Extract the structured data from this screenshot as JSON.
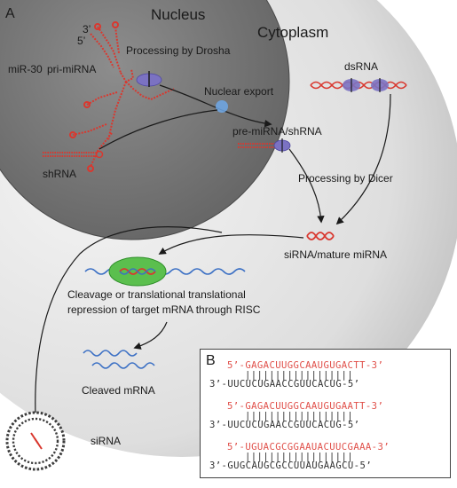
{
  "panel_a": {
    "label": "A",
    "nucleus_title": "Nucleus",
    "cytoplasm_title": "Cytoplasm",
    "prime3": "3’",
    "prime5": "5’",
    "mir30_label": "miR-30",
    "pri_mirna_label": "pri-miRNA",
    "drosha_label": "Processing by Drosha",
    "nuclear_export_label": "Nuclear export",
    "dsrna_label": "dsRNA",
    "pre_mirna_label": "pre-miRNA/shRNA",
    "shrna_label": "shRNA",
    "dicer_label": "Processing by Dicer",
    "sirna_mature_label": "siRNA/mature miRNA",
    "cleavage_line1": "Cleavage or translational translational",
    "cleavage_line2": "repression of target mRNA through RISC",
    "cleaved_mrna_label": "Cleaved mRNA",
    "sirna_label": "siRNA"
  },
  "panel_b": {
    "label": "B",
    "pairs": [
      {
        "top": "5’-GAGACUUGGCAAUGUGACTT-3’",
        "ticks": "||||||||||||||||||",
        "bottom": "3’-UUCUCUGAACCGUUCACUG-5’"
      },
      {
        "top": "5’-GAGACUUGGCAAUGUGAATT-3’",
        "ticks": "||||||||||||||||||",
        "bottom": "3’-UUCUCUGAACCGUUCACUG-5’"
      },
      {
        "top": "5’-UGUACGCGGAAUACUUCGAAA-3’",
        "ticks": "||||||||||||||||||",
        "bottom": "3’-GUGCAUGCGCCUUAUGAAGCU-5’"
      }
    ]
  },
  "colors": {
    "rna_red": "#d9382f",
    "mrna_blue": "#3a6fc4",
    "nucleus_gray": "#6e6e6e",
    "cytoplasm_gray": "#dcdcdc",
    "enzyme_purple": "#7b72c2",
    "risc_green": "#5bbf4e"
  }
}
